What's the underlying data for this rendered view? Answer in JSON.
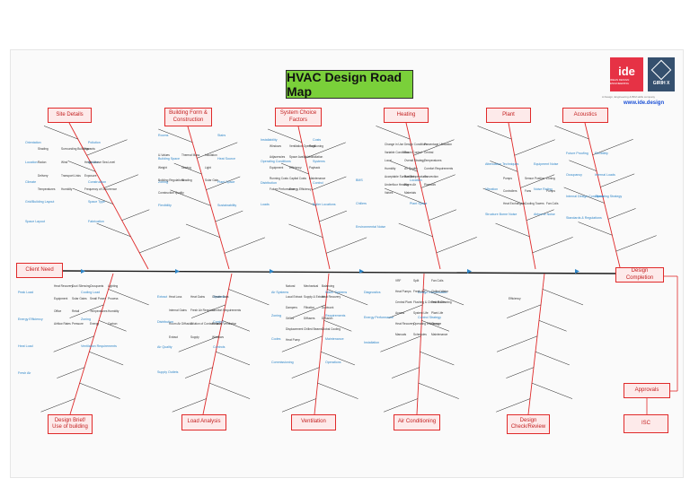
{
  "title": "HVAC Design Road Map",
  "logos": {
    "ide": "ide",
    "ide_sub": "IDEAS DESIGN ENGINEERING",
    "girih": "GIRIH X",
    "tagline": "A Design, Engineering & BIM skills company",
    "url": "www.ide.design"
  },
  "colors": {
    "red": "#e02a2a",
    "blue": "#2f86c8",
    "green": "#7ad03a",
    "dark": "#1a1a1a"
  },
  "boxes": {
    "top": [
      "Site Details",
      "Building Form & Construction",
      "System Choice Factors",
      "Heating",
      "Plant",
      "Acoustics"
    ],
    "bottom": [
      "Design Brief/ Use of building",
      "Load Analysis",
      "Ventilation",
      "Air Conditioning",
      "Design Check/Review"
    ],
    "client": "Client Need",
    "completion": "Design Completion",
    "approvals": "Approvals",
    "isc": "ISC"
  },
  "labels": {
    "b": [
      "Orientation",
      "Pollution",
      "Location",
      "Access",
      "Climate",
      "Construction",
      "Grid/Building Layout",
      "Space Type",
      "Space Layout",
      "Fabrication",
      "Rooms",
      "Stairs",
      "Building Space",
      "Heat Source",
      "Zoning",
      "Plant Space",
      "Flexibility",
      "Sustainability",
      "Installability",
      "Costs",
      "Operating Conditions",
      "Systems",
      "Distribution",
      "Control",
      "Loads",
      "Boiler Locations",
      "BMS",
      "Location",
      "Chillers",
      "Plant Space",
      "Environmental Noise",
      "Attenuation Techniques",
      "Equipment Noise",
      "Vibration",
      "Noise Rating",
      "Structure Borne Noise",
      "Airborne Noise",
      "Future Proofing",
      "Flexibility",
      "Occupancy",
      "Internal Loads",
      "Internal Design Conditions",
      "Operating Strategy",
      "Standards & Regulations",
      "Peak Load",
      "Cooling Load",
      "Energy Efficiency",
      "Zoning",
      "Heat Load",
      "Ventilation Requirements",
      "Fresh Air",
      "Extract",
      "Systems",
      "Distribution",
      "Control",
      "Air Quality",
      "Controls",
      "Supply Outlets",
      "Air Systems",
      "Water Systems",
      "Zoning",
      "Requirements",
      "Codes",
      "Maintenance",
      "Commissioning",
      "Operations",
      "Diagnostics",
      "Design Coordination",
      "Energy Performance",
      "Control Strategy",
      "Installation"
    ],
    "t": [
      "Shading",
      "Surrounding Buildings",
      "Hazards",
      "Radon",
      "Wind",
      "Height Above Sea Level",
      "Delivery",
      "Transport Links",
      "Exposure",
      "Temperatures",
      "Humidity",
      "Frequency of Occurrence",
      "U-Values",
      "Thermal Mass",
      "Insulation",
      "Weight",
      "Glazing",
      "Light",
      "Building Regulations",
      "Shading",
      "Solar Gain",
      "Construction Quality",
      "Windows",
      "Ventilation Openings",
      "Partitioning",
      "Adjacencies",
      "Space Available",
      "Installation",
      "Equipment",
      "Efficiency",
      "Payback",
      "Running Costs",
      "Capital Costs",
      "Maintenance",
      "Future Performance",
      "Energy Efficiency",
      "Change in Use",
      "Design Conditions",
      "Percentage Utilisation",
      "Variable Conditions",
      "Room Control",
      "Central",
      "Local",
      "Overall Strategy",
      "Temperatures",
      "Humidity",
      "Air Quality",
      "Comfort Requirements",
      "Acceptable Surface Temperatures",
      "Radiant",
      "Convection",
      "Underfloor Heating",
      "Warm Air",
      "Pipework",
      "Valves",
      "Materials",
      "Pumps",
      "Sensor Position",
      "Zoning",
      "Controllers",
      "Fans",
      "Pumps",
      "Heat Exchangers",
      "Cooling Towers",
      "Fan Coils",
      "Heat Recovery",
      "Duct Silencing",
      "Occupants",
      "Lighting",
      "Equipment",
      "Solar Gains",
      "Small Power",
      "Process",
      "Office",
      "Retail",
      "Temperatures",
      "Humidity",
      "Airflow Rates",
      "Pressure",
      "Energy",
      "Carbon",
      "Heat Loss",
      "Heat Gains",
      "Climate Data",
      "Internal Gains",
      "Fresh Air Required",
      "Comfort Requirements",
      "Room Air Diffusion",
      "Dilution of Contaminants",
      "Exhaust Ventilation",
      "Extract",
      "Supply",
      "Windows",
      "Natural",
      "Mechanical",
      "Balancing",
      "Local Extract",
      "Supply & Extract",
      "Heat Recovery",
      "Dampers",
      "Filtration",
      "Ductwork",
      "Grilles",
      "Diffusers",
      "Diffusion",
      "Displacement",
      "Chilled Beams",
      "Global Cooling",
      "Heat Pump",
      "VRF",
      "Split",
      "Fan Coils",
      "Heat Pumps",
      "Fresh Air",
      "Chilled Water",
      "Central Plant",
      "Flushing & Chemical Cleaning",
      "Test Points",
      "Access",
      "System Life",
      "Plant Life",
      "Heat Recovery",
      "Operating Efficiency",
      "Change",
      "Manuals",
      "Schedules",
      "Maintenance",
      "Efficiency"
    ]
  }
}
